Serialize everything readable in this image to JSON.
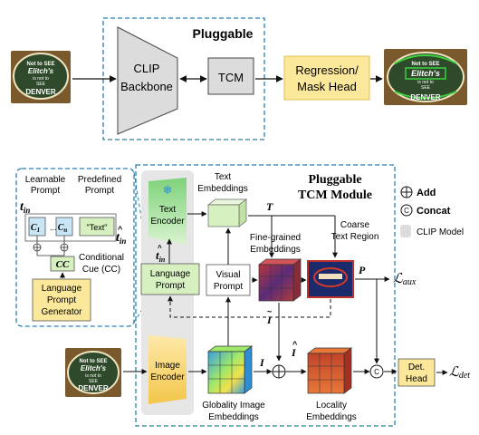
{
  "top": {
    "pluggable_label": "Pluggable",
    "clip_backbone": [
      "CLIP",
      "Backbone"
    ],
    "tcm": "TCM",
    "head": [
      "Regression/",
      "Mask Head"
    ],
    "sign_input": [
      "Not to SEE",
      "Elitch's",
      "is not to",
      "SEE",
      "DENVER"
    ],
    "sign_output": [
      "Not to SEE",
      "Elitch's",
      "is not to",
      "SEE",
      "DENVER"
    ]
  },
  "prompt_panel": {
    "learnable_prompt": [
      "Learnable",
      "Prompt"
    ],
    "predefined_prompt": [
      "Predefined",
      "Prompt"
    ],
    "t_in": "t",
    "t_in_sub": "in",
    "c1": "C",
    "c1_sub": "1",
    "ellipsis": "...",
    "cn": "C",
    "cn_sub": "n",
    "text_token": "\"Text\"",
    "that_in": "t",
    "that_in_sub": "in",
    "cc_box": "CC",
    "conditional_cue": [
      "Conditional",
      "Cue (CC)"
    ],
    "generator": [
      "Language",
      "Prompt",
      "Generator"
    ]
  },
  "bottom": {
    "pluggable_title": [
      "Pluggable",
      "TCM Module"
    ],
    "legend": {
      "add": "Add",
      "concat": "Concat",
      "clip_model": "CLIP Model"
    },
    "text_encoder": [
      "Text",
      "Encoder"
    ],
    "text_embeddings": [
      "Text",
      "Embeddings"
    ],
    "T_label": "T",
    "tin_hat": "t",
    "tin_hat_sub": "in",
    "language_prompt": [
      "Language",
      "Prompt"
    ],
    "visual_prompt": [
      "Visual",
      "Prompt"
    ],
    "fine_grained": [
      "Fine-grained",
      "Embeddings"
    ],
    "coarse_text": [
      "Coarse",
      "Text Region"
    ],
    "P_label": "P",
    "L_aux": "aux",
    "L_det": "det",
    "image_encoder": [
      "Image",
      "Encoder"
    ],
    "I_label": "I",
    "I_tilde": "I",
    "I_hat": "I",
    "globality": [
      "Globality Image",
      "Embeddings"
    ],
    "locality": [
      "Locality",
      "Embeddings"
    ],
    "det_head": [
      "Det.",
      "Head"
    ],
    "sign": [
      "Not to SEE",
      "Elitch's",
      "is not to",
      "SEE",
      "DENVER"
    ]
  },
  "colors": {
    "dash_blue": "#2a7fb0",
    "clip_gray": "#dcdcdc",
    "yellow": "#fce89a",
    "green": "#d7f0c0",
    "cue_blue": "#c9e6f6"
  }
}
